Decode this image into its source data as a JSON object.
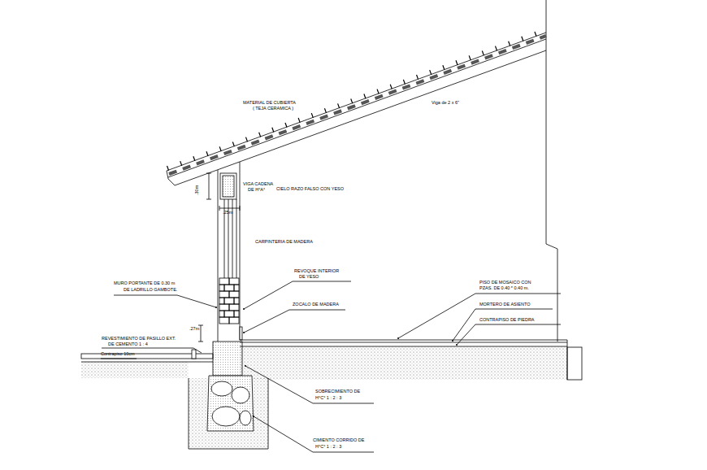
{
  "diagram": {
    "labels": [
      "MATERIAL DE CUBIERTA",
      "( TEJA CERAMICA )",
      "Viga de 2 x 6\"",
      ".30m",
      "VIGA CADENA",
      "DE H°A°",
      "CIELO RAZO FALSO CON YESO",
      ".25m",
      "CARPINTERIA DE MADERA",
      "REVOQUE INTERIOR",
      "DE YESO",
      "MURO PORTANTE DE 0.30 m",
      "DE LADRILLO GAMBOTE.",
      "ZOCALO DE MADERA",
      "PISO DE MOSAICO CON",
      "PZAS. DE 0.40 * 0.40 m.",
      "MORTERO DE ASIENTO",
      "CONTRAPISO DE PIEDRA",
      ".27m",
      "REVESTIMIENTO DE PASILLO EXT.",
      "DE CEMENTO 1 : 4",
      "Contrapiso 10cm",
      "SOBRECIMIENTO DE",
      "H°C° 1 : 2 : 3",
      "CIMIENTO CORRIDO DE",
      "H°C° 1 : 2 : 3"
    ]
  }
}
